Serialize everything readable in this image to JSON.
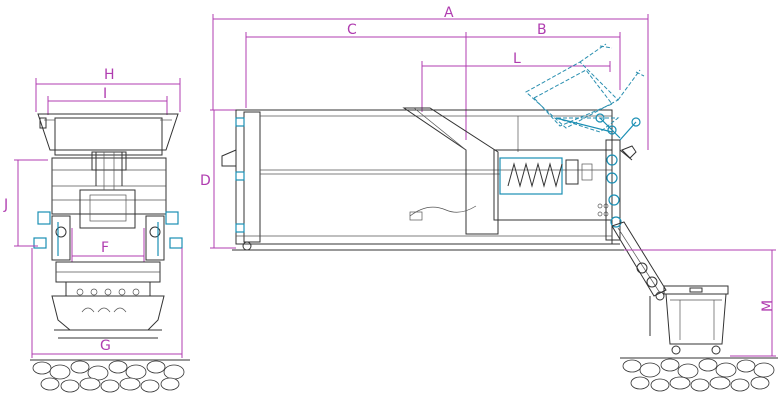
{
  "diagram": {
    "dimension_labels": {
      "A": "A",
      "B": "B",
      "C": "C",
      "D": "D",
      "F": "F",
      "G": "G",
      "H": "H",
      "I": "I",
      "J": "J",
      "L": "L",
      "M": "M"
    },
    "colors": {
      "dimension": "#b03cb0",
      "line": "#333333",
      "accent": "#1a8fb4"
    }
  }
}
